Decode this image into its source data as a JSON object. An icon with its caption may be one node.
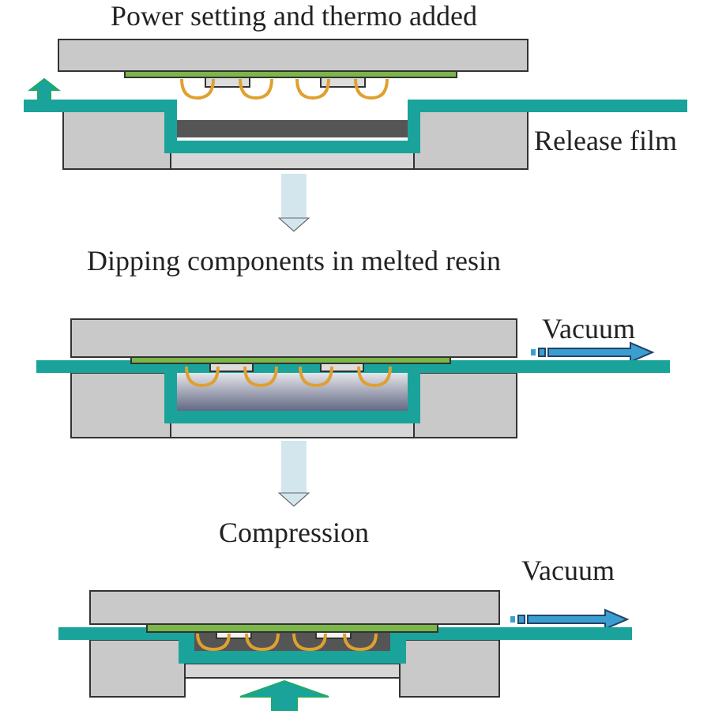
{
  "diagram": {
    "nodes": [
      {
        "text": [
          "Power setting and thermo added"
        ]
      },
      {
        "text": [
          "Dipping components in melted resin"
        ]
      },
      {
        "text": [
          "Compression"
        ]
      }
    ],
    "edges": [
      {
        "from": 0,
        "to": 1,
        "arrow": "to"
      },
      {
        "from": 1,
        "to": 2,
        "arrow": "to"
      }
    ],
    "labels": [
      "Release film",
      "Vacuum",
      "Vacuum"
    ]
  }
}
